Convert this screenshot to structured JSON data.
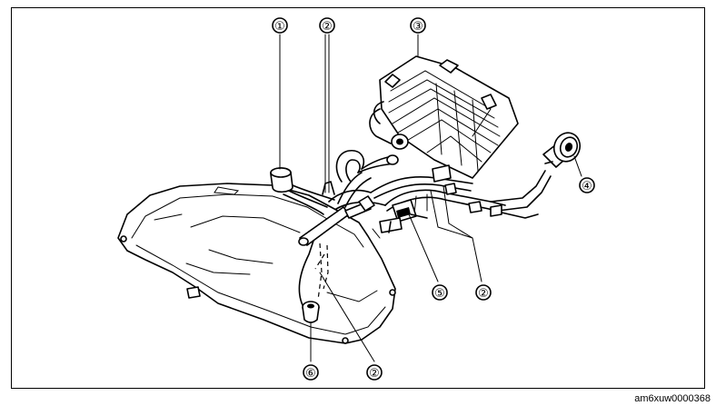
{
  "figure": {
    "reference_code": "am6xuw0000368",
    "callouts": [
      {
        "id": "c1",
        "label": "①"
      },
      {
        "id": "c2a",
        "label": "②"
      },
      {
        "id": "c3",
        "label": "③"
      },
      {
        "id": "c4",
        "label": "④"
      },
      {
        "id": "c5",
        "label": "⑤"
      },
      {
        "id": "c2b",
        "label": "②"
      },
      {
        "id": "c6",
        "label": "⑥"
      },
      {
        "id": "c2c",
        "label": "②"
      }
    ]
  }
}
